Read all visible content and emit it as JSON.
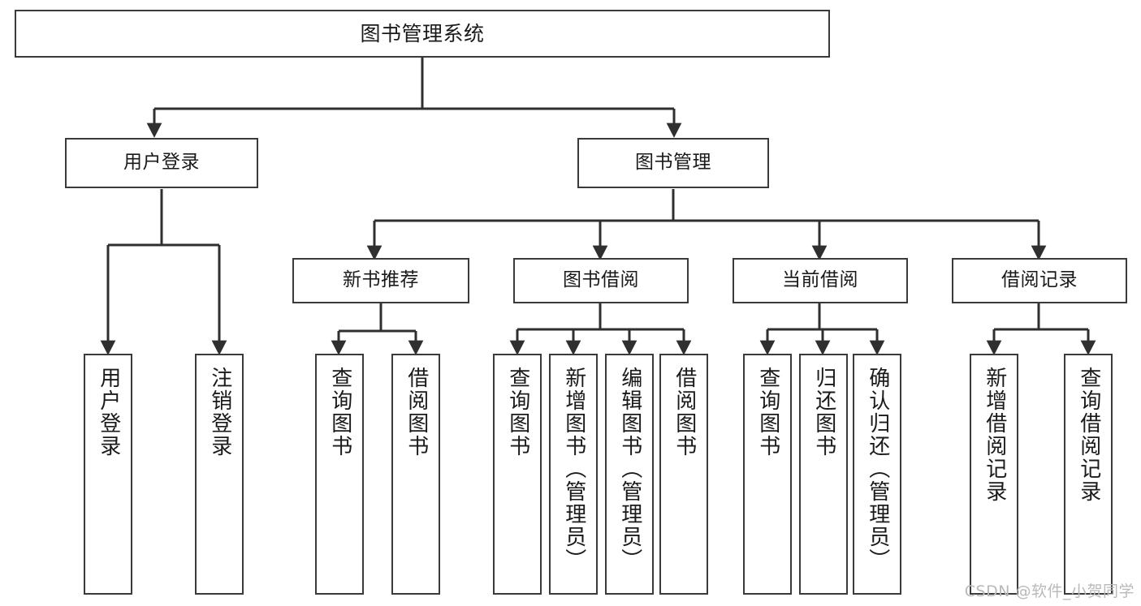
{
  "diagram": {
    "title": "图书管理系统",
    "type": "functional-structure-tree",
    "watermark": "CSDN @软件_小贺同学",
    "colors": {
      "box_border": "#3a3a3a",
      "box_fill": "#ffffff",
      "connector": "#2f2f2f",
      "text": "#1a1a1a",
      "watermark": "#b9b9b9",
      "background": "#ffffff"
    }
  },
  "nodes": {
    "root": {
      "label": "图书管理系统"
    },
    "level2": [
      {
        "label": "用户登录"
      },
      {
        "label": "图书管理"
      }
    ],
    "level3": [
      {
        "label": "新书推荐"
      },
      {
        "label": "图书借阅"
      },
      {
        "label": "当前借阅"
      },
      {
        "label": "借阅记录"
      }
    ],
    "leaves": {
      "user_login": [
        {
          "label": "用户登录"
        },
        {
          "label": "注销登录"
        }
      ],
      "new_book_recommend": [
        {
          "label": "查询图书"
        },
        {
          "label": "借阅图书"
        }
      ],
      "book_borrow": [
        {
          "label": "查询图书"
        },
        {
          "label": "新增图书（管理员）"
        },
        {
          "label": "编辑图书（管理员）"
        },
        {
          "label": "借阅图书"
        }
      ],
      "current_borrow": [
        {
          "label": "查询图书"
        },
        {
          "label": "归还图书"
        },
        {
          "label": "确认归还（管理员）"
        }
      ],
      "borrow_record": [
        {
          "label": "新增借阅记录"
        },
        {
          "label": "查询借阅记录"
        }
      ]
    }
  }
}
